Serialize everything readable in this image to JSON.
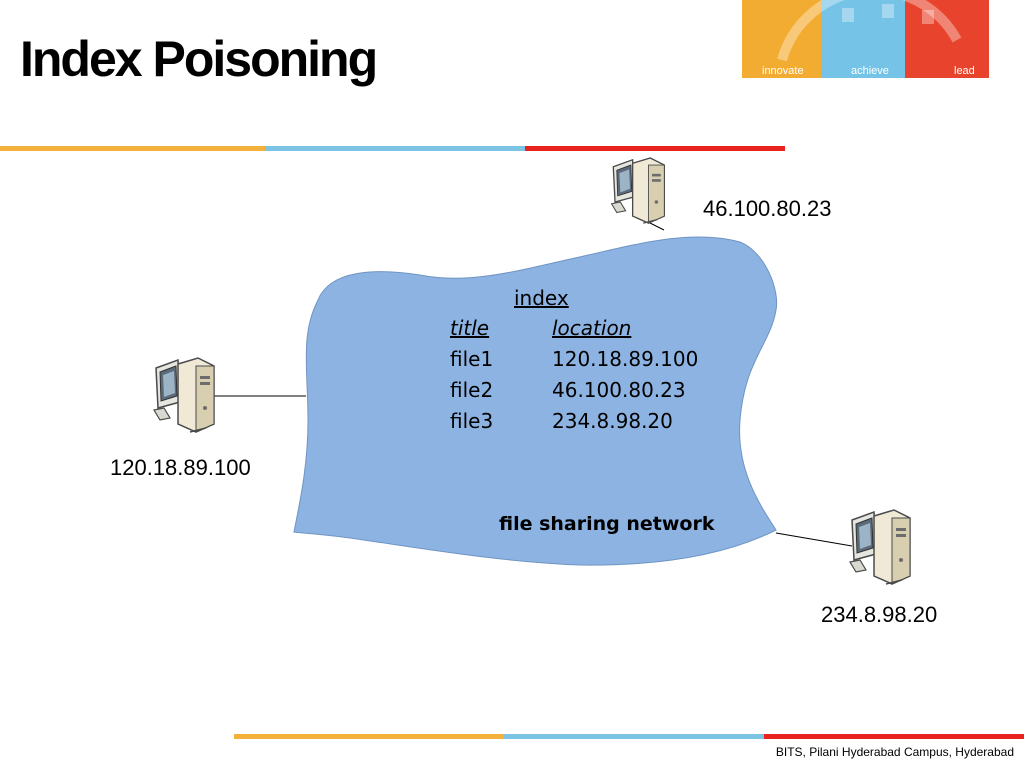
{
  "slide": {
    "title": "Index Poisoning",
    "footer": "BITS, Pilani Hyderabad Campus, Hyderabad"
  },
  "logo": {
    "words": [
      "innovate",
      "achieve",
      "lead"
    ],
    "colors": [
      "#f3ac32",
      "#75c3e6",
      "#e8432c"
    ]
  },
  "hosts": {
    "top": "46.100.80.23",
    "left": "120.18.89.100",
    "bottom_right": "234.8.98.20"
  },
  "index": {
    "heading": "index",
    "columns": [
      "title",
      "location"
    ],
    "rows": [
      {
        "title": "file1",
        "location": "120.18.89.100"
      },
      {
        "title": "file2",
        "location": "46.100.80.23"
      },
      {
        "title": "file3",
        "location": "234.8.98.20"
      }
    ]
  },
  "network_label": "file sharing network",
  "colors": {
    "cloud": "#8db3e2",
    "rule_orange": "#f3b13b",
    "rule_blue": "#7cc4e4",
    "rule_red": "#e8221d"
  }
}
